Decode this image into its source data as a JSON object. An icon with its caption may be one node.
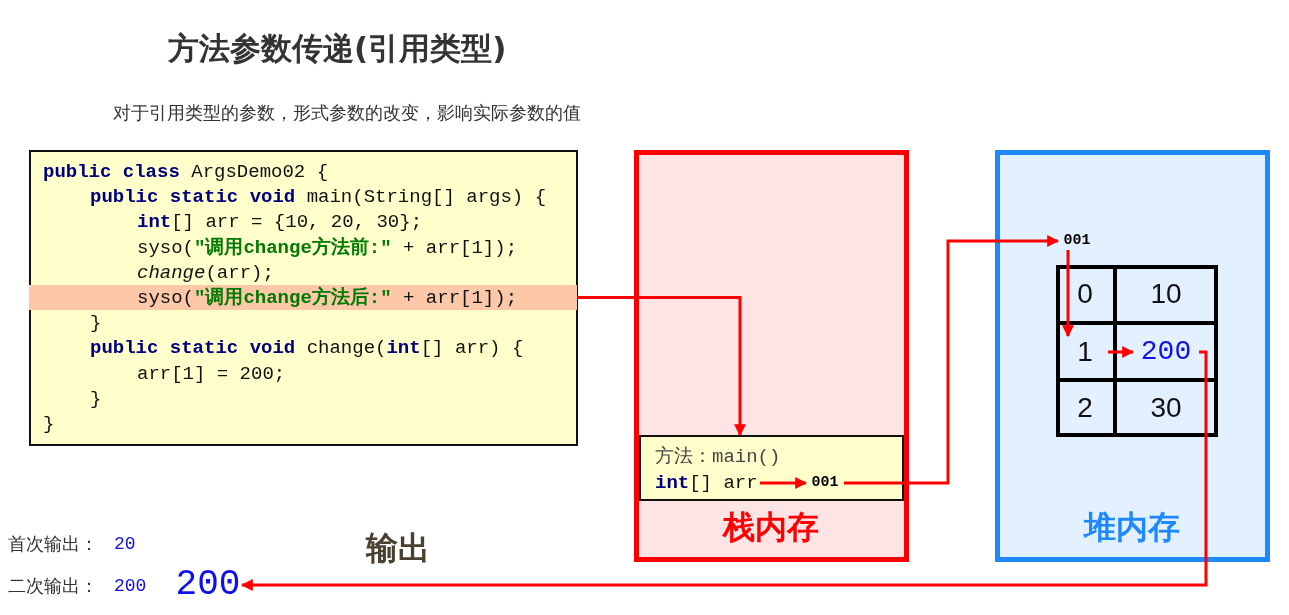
{
  "diagram": {
    "title": "方法参数传递(引用类型)",
    "nodes": [
      {
        "text": [
          "**public class** ArgsDemo02 {",
          "**public static void** main(String[] args) {",
          "**int**[] arr = {10, 20, 30};",
          "syso(**\"调用change方法前:\"** + arr[1]);",
          "*change*(arr);",
          "}",
          "**public static void** change(**int**[] arr) {",
          "arr[1] = 200;",
          "}",
          "}"
        ]
      },
      {
        "text": [
          "syso(**\"调用change方法后:\"** + arr[1]);"
        ],
        "in": 0
      },
      {
        "text": [
          "栈内存"
        ]
      },
      {
        "text": [
          "方法：main()"
        ],
        "in": 2
      },
      {
        "text": [
          "**int**[] arr"
        ],
        "in": 3
      },
      {
        "text": [
          "001"
        ],
        "in": 3
      },
      {
        "text": [
          "堆内存"
        ]
      },
      {
        "text": [
          "001"
        ],
        "in": 6
      },
      {
        "text": [],
        "shape": "box",
        "in": 6
      },
      {
        "text": [
          "0"
        ],
        "in": 8
      },
      {
        "text": [
          "10"
        ],
        "in": 8
      },
      {
        "text": [
          "1"
        ],
        "in": 8
      },
      {
        "text": [
          "200"
        ],
        "in": 8
      },
      {
        "text": [
          "2"
        ],
        "in": 8
      },
      {
        "text": [
          "30"
        ],
        "in": 8
      },
      {
        "text": [
          "200"
        ]
      }
    ],
    "edges": [
      {
        "from": 1,
        "to": 3,
        "arrow": "to"
      },
      {
        "from": 4,
        "to": 5,
        "arrow": "to"
      },
      {
        "from": 5,
        "to": 7,
        "arrow": "to"
      },
      {
        "from": 7,
        "to": 11,
        "arrow": "to"
      },
      {
        "from": 11,
        "to": 12,
        "arrow": "to"
      },
      {
        "from": 12,
        "to": 15,
        "arrow": "to"
      }
    ],
    "labels": [
      "对于引用类型的参数，形式参数的改变，影响实际参数的值",
      "首次输出：",
      "20",
      "输出",
      "二次输出：",
      "200"
    ]
  }
}
